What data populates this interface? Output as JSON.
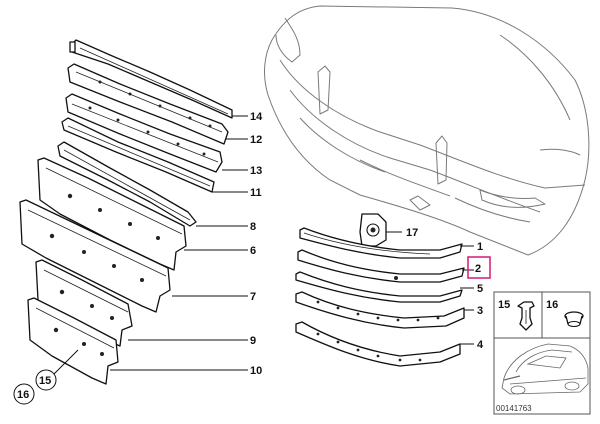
{
  "callouts": {
    "c1": "1",
    "c2": "2",
    "c3": "3",
    "c4": "4",
    "c5": "5",
    "c6": "6",
    "c7": "7",
    "c8": "8",
    "c9": "9",
    "c10": "10",
    "c11": "11",
    "c12": "12",
    "c13": "13",
    "c14": "14",
    "c15": "15",
    "c16": "16",
    "c17": "17"
  },
  "inset": {
    "label15": "15",
    "label16": "16",
    "code": "00141763"
  },
  "highlight_color": "#d6287f"
}
